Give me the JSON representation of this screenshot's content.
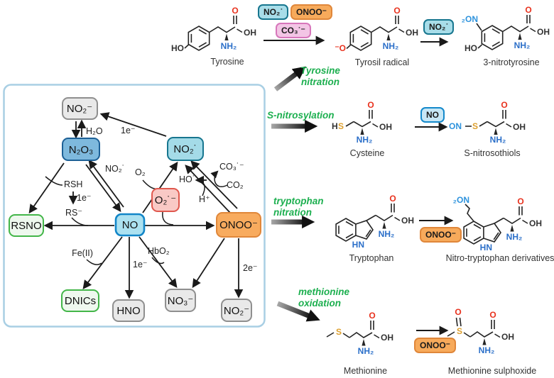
{
  "panel": {
    "nodes": {
      "no2_top": {
        "label": "NO₂⁻"
      },
      "n2o3": {
        "label": "N₂O₃"
      },
      "no2_rad": {
        "label": "NO₂˙"
      },
      "o2_rad": {
        "label": "O₂˙⁻"
      },
      "no": {
        "label": "NO"
      },
      "rsno": {
        "label": "RSNO"
      },
      "onoo": {
        "label": "ONOO⁻"
      },
      "dnics": {
        "label": "DNICs"
      },
      "hno": {
        "label": "HNO"
      },
      "no3": {
        "label": "NO₃⁻"
      },
      "no2_bot": {
        "label": "NO₂⁻"
      }
    },
    "labels": {
      "h2o": "H₂O",
      "e1": "1e⁻",
      "rsh": "RSH",
      "rsh_e": "1e⁻",
      "rs": "RS⁻",
      "no2": "NO₂˙",
      "o2": "O₂",
      "co3": "CO₃˙⁻",
      "co2": "CO₂",
      "ho": "HO˙",
      "h": "H⁺",
      "fe": "Fe(II)",
      "hno_e": "1e⁻",
      "hbo2": "HbO₂",
      "e2": "2e⁻"
    }
  },
  "pathways": {
    "tyrosine": {
      "line1": "Tyrosine",
      "line2": "nitration"
    },
    "snitro": {
      "line1": "S-nitrosylation"
    },
    "trp": {
      "line1": "tryptophan",
      "line2": "nitration"
    },
    "met": {
      "line1": "methionine",
      "line2": "oxidation"
    }
  },
  "pills": {
    "no2_a": "NO₂˙",
    "onoo_a": "ONOO⁻",
    "co3": "CO₃˙⁻",
    "no2_b": "NO₂˙",
    "no": "NO",
    "onoo_b": "ONOO⁻",
    "onoo_c": "ONOO⁻"
  },
  "molecules": {
    "tyrosine": {
      "name": "Tyrosine",
      "ho": "HO",
      "o": "O",
      "oh": "OH",
      "nh2": "NH₂"
    },
    "tyrosil": {
      "name": "Tyrosil radical",
      "o_minus": "⁻O",
      "o": "O",
      "oh": "OH",
      "nh2": "NH₂"
    },
    "nitrotyr": {
      "name": "3-nitrotyrosine",
      "no2": "₂ON",
      "ho": "HO",
      "o": "O",
      "oh": "OH",
      "nh2": "NH₂"
    },
    "cys": {
      "name": "Cysteine",
      "h": "H",
      "s": "S",
      "o": "O",
      "oh": "OH",
      "nh2": "NH₂"
    },
    "rsno": {
      "name": "S-nitrosothiols",
      "on": "ON",
      "s": "S",
      "o": "O",
      "oh": "OH",
      "nh2": "NH₂"
    },
    "trp": {
      "name": "Tryptophan",
      "hn": "HN",
      "o": "O",
      "oh": "OH",
      "nh2": "NH₂"
    },
    "ntrp": {
      "name": "Nitro-tryptophan derivatives",
      "no2": "₂ON",
      "hn": "HN",
      "o": "O",
      "oh": "OH",
      "nh2": "NH₂"
    },
    "met": {
      "name": "Methionine",
      "s": "S",
      "o": "O",
      "oh": "OH",
      "nh2": "NH₂"
    },
    "metso": {
      "name": "Methionine sulphoxide",
      "s": "S",
      "o_sulf": "O",
      "o": "O",
      "oh": "OH",
      "nh2": "NH₂"
    }
  },
  "colors": {
    "panel_border": "#a9cfe4",
    "green_label": "#1caf4f",
    "node_blue": "#7eb9dd",
    "node_cyan": "#a4dbe8",
    "node_lightblue": "#ace1f0",
    "node_red": "#f9c9c5",
    "node_orange": "#f8ab5e",
    "node_green_border": "#43b649",
    "node_gray": "#e9e9e9",
    "pill_pink": "#f3c5e5",
    "atom_oxygen": "#e8321e",
    "atom_nitrogen": "#2b6fc9",
    "atom_sulfur": "#dd9f2e"
  }
}
